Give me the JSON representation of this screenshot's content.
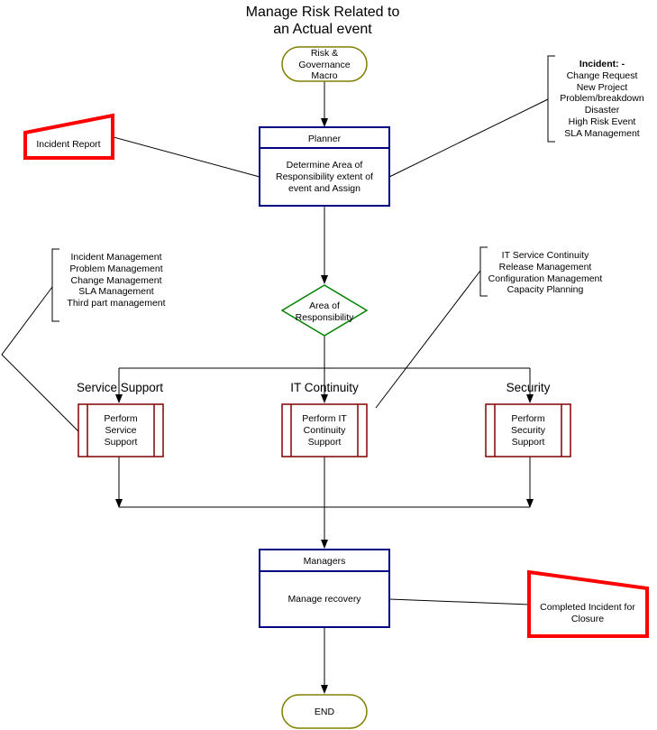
{
  "title": [
    "Manage Risk Related to",
    "an Actual event"
  ],
  "start_terminal": [
    "Risk &",
    "Governance",
    "Macro"
  ],
  "planner": {
    "header": "Planner",
    "body": [
      "Determine Area of",
      "Responsibility extent of",
      "event and Assign"
    ]
  },
  "incident_report": "Incident Report",
  "incident_types": {
    "heading": "Incident: -",
    "items": [
      "Change Request",
      "New Project",
      "Problem/breakdown",
      "Disaster",
      "High Risk Event",
      "SLA Management"
    ]
  },
  "service_support_scope": [
    "Incident Management",
    "Problem Management",
    "Change Management",
    "SLA Management",
    "Third part management"
  ],
  "it_continuity_scope": [
    "IT Service Continuity",
    "Release Management",
    "Configuration Management",
    "Capacity Planning"
  ],
  "decision": [
    "Area of",
    "Responsibility"
  ],
  "branches": {
    "service_support": {
      "label": "Service Support",
      "process": [
        "Perform",
        "Service",
        "Support"
      ]
    },
    "it_continuity": {
      "label": "IT Continuity",
      "process": [
        "Perform IT",
        "Continuity",
        "Support"
      ]
    },
    "security": {
      "label": "Security",
      "process": [
        "Perform",
        "Security",
        "Support"
      ]
    }
  },
  "managers": {
    "header": "Managers",
    "body": "Manage recovery"
  },
  "completed": [
    "Completed Incident for",
    "Closure"
  ],
  "end_terminal": "END",
  "colors": {
    "terminal_border": "#808000",
    "process_border": "#000080",
    "decision_border": "#008000",
    "subprocess_border": "#800000",
    "highlight_border": "#ff0000"
  }
}
